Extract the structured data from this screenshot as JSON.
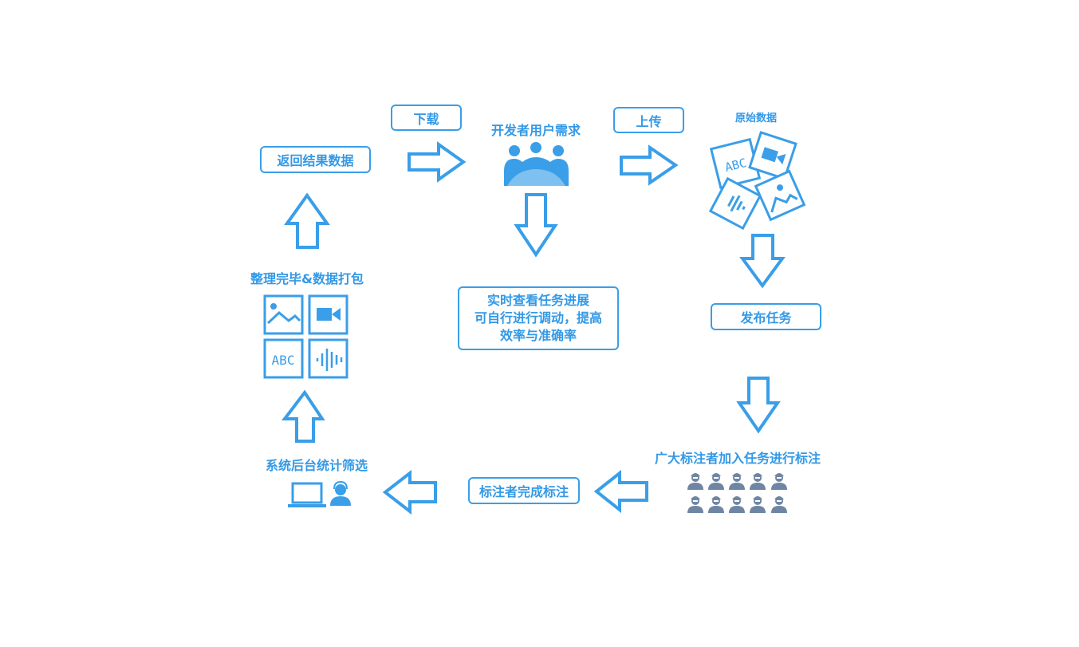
{
  "labels": {
    "download": "下载",
    "upload": "上传",
    "developer_needs": "开发者用户需求",
    "raw_data": "原始数据",
    "return_result": "返回结果数据",
    "publish_task": "发布任务",
    "organize_package": "整理完毕&数据打包",
    "realtime": [
      "实时查看任务进展",
      "可自行进行调动，提高",
      "效率与准确率"
    ],
    "annotators_join": "广大标注者加入任务进行标注",
    "annotation_done": "标注者完成标注",
    "system_stats": "系统后台统计筛选"
  },
  "icons": {
    "abc_text": "ABC",
    "group": "people-group-icon",
    "video": "video-camera-icon",
    "image": "image-icon",
    "audio": "audio-wave-icon",
    "annotator": "annotator-person-icon",
    "laptop": "laptop-icon",
    "support": "support-agent-icon"
  },
  "colors": {
    "primary": "#3a9ee8",
    "annotator": "#6e86a3"
  }
}
